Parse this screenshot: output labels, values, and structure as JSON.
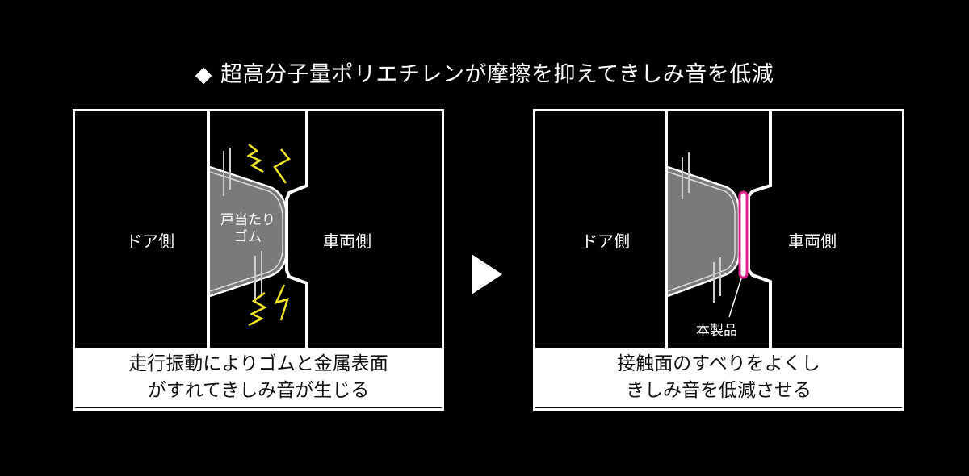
{
  "headline": {
    "bullet": "◆",
    "text": "超高分子量ポリエチレンが摩擦を抑えてきしみ音を低減"
  },
  "colors": {
    "background": "#000000",
    "frame": "#ffffff",
    "rubber_fill": "#7a7a7a",
    "vibration": "#f2e52a",
    "product": "#e0218a"
  },
  "before_panel": {
    "door_side_label": "ドア側",
    "vehicle_side_label": "車両側",
    "rubber_label_line1": "戸当たり",
    "rubber_label_line2": "ゴム",
    "caption_line1": "走行振動によりゴムと金属表面",
    "caption_line2": "がすれてきしみ音が生じる"
  },
  "transition_arrow": "right-triangle-arrow",
  "after_panel": {
    "door_side_label": "ドア側",
    "vehicle_side_label": "車両側",
    "product_label": "本製品",
    "caption_line1": "接触面のすべりをよくし",
    "caption_line2": "きしみ音を低減させる"
  }
}
